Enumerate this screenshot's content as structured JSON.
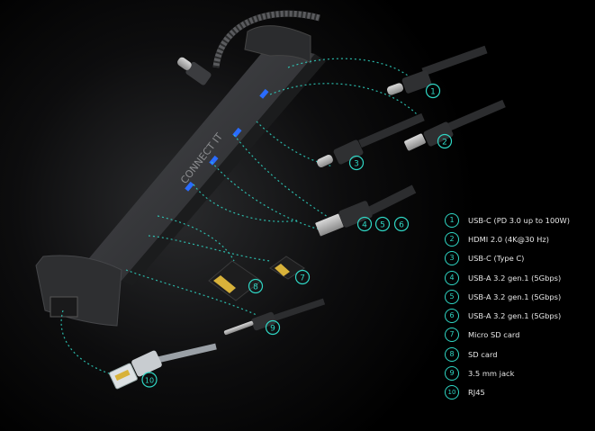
{
  "brand": {
    "logo_text": "CONNECT IT"
  },
  "callouts": [
    "1",
    "2",
    "3",
    "4",
    "5",
    "6",
    "7",
    "8",
    "9",
    "10"
  ],
  "legend": [
    {
      "num": "1",
      "label": "USB-C (PD 3.0 up to 100W)"
    },
    {
      "num": "2",
      "label": "HDMI 2.0 (4K@30 Hz)"
    },
    {
      "num": "3",
      "label": "USB-C (Type C)"
    },
    {
      "num": "4",
      "label": "USB-A 3.2 gen.1 (5Gbps)"
    },
    {
      "num": "5",
      "label": "USB-A 3.2 gen.1 (5Gbps)"
    },
    {
      "num": "6",
      "label": "USB-A 3.2 gen.1 (5Gbps)"
    },
    {
      "num": "7",
      "label": "Micro SD card"
    },
    {
      "num": "8",
      "label": "SD card"
    },
    {
      "num": "9",
      "label": "3.5 mm jack"
    },
    {
      "num": "10",
      "label": "RJ45"
    }
  ],
  "colors": {
    "accent": "#2fd6c4",
    "background": "#000000",
    "hub_body": "#3a3b3e"
  }
}
